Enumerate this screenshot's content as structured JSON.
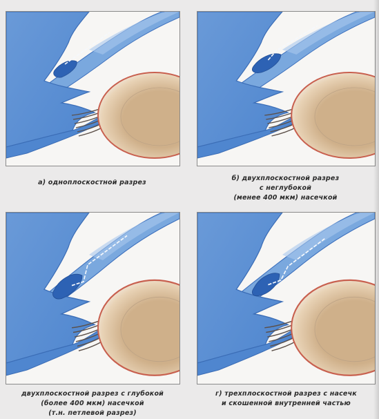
{
  "figure": {
    "colors": {
      "background": "#ebeaea",
      "panel": "#f7f6f4",
      "tissue_blue": "#4f86cf",
      "tissue_blue_dark": "#2d62b4",
      "lens_outer": "#e8d2b5",
      "lens_inner": "#cfb08a",
      "capsule_red": "#c8604f",
      "incision_white": "#f5f8fc"
    },
    "panels": [
      {
        "id": "a",
        "caption": "а) одноплоскостной разрез",
        "incision": "single-plane"
      },
      {
        "id": "b",
        "caption": "б) двухплоскостной разрез\nс неглубокой\n(менее 400 мкм) насечкой",
        "incision": "two-plane-shallow"
      },
      {
        "id": "c",
        "caption": "двухплоскостной разрез с глубокой\n(более 400 мкм) насечкой\n(т.н. петлевой разрез)",
        "incision": "two-plane-deep"
      },
      {
        "id": "d",
        "caption": "г) трехплоскостной разрез с насечк\nи скошенной внутренней частью",
        "incision": "three-plane"
      }
    ]
  }
}
